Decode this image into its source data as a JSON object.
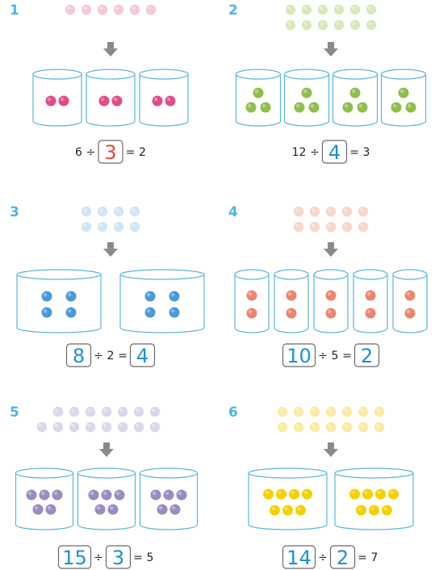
{
  "colors": {
    "number": "#4db6e3",
    "cup_stroke": "#5ab6e0",
    "arrow": "#8a8a8a",
    "box_stroke": "#6a6a6a",
    "answer_red": "#e34b3b",
    "answer_blue": "#1d8fd8"
  },
  "problems": [
    {
      "number": "1",
      "top_rows": [
        6
      ],
      "dot_color": "#f5c9d6",
      "cup_count": 3,
      "per_cup": 2,
      "cup_dot_color": "#e04c88",
      "equation": [
        {
          "t": "text",
          "v": "6"
        },
        {
          "t": "text",
          "v": "÷"
        },
        {
          "t": "box",
          "v": "3",
          "color": "red"
        },
        {
          "t": "text",
          "v": "="
        },
        {
          "t": "text",
          "v": "2"
        }
      ]
    },
    {
      "number": "2",
      "top_rows": [
        6,
        6
      ],
      "dot_color": "#d8e9b8",
      "cup_count": 4,
      "per_cup": 3,
      "cup_dot_color": "#8dc04a",
      "equation": [
        {
          "t": "text",
          "v": "12"
        },
        {
          "t": "text",
          "v": "÷"
        },
        {
          "t": "box",
          "v": "4",
          "color": "blue"
        },
        {
          "t": "text",
          "v": "="
        },
        {
          "t": "text",
          "v": "3"
        }
      ]
    },
    {
      "number": "3",
      "top_rows": [
        4,
        4
      ],
      "dot_color": "#cfe6f5",
      "cup_count": 2,
      "per_cup": 4,
      "cup_dot_color": "#4b9ad6",
      "equation": [
        {
          "t": "box",
          "v": "8",
          "color": "blue"
        },
        {
          "t": "text",
          "v": "÷"
        },
        {
          "t": "text",
          "v": "2"
        },
        {
          "t": "text",
          "v": "="
        },
        {
          "t": "box",
          "v": "4",
          "color": "blue"
        }
      ]
    },
    {
      "number": "4",
      "top_rows": [
        5,
        5
      ],
      "dot_color": "#f8d6c8",
      "cup_count": 5,
      "per_cup": 2,
      "cup_dot_color": "#e9866b",
      "equation": [
        {
          "t": "box",
          "v": "10",
          "color": "blue"
        },
        {
          "t": "text",
          "v": "÷"
        },
        {
          "t": "text",
          "v": "5"
        },
        {
          "t": "text",
          "v": "="
        },
        {
          "t": "box",
          "v": "2",
          "color": "blue"
        }
      ]
    },
    {
      "number": "5",
      "top_rows": [
        7,
        8
      ],
      "dot_color": "#dcd6ea",
      "cup_count": 3,
      "per_cup": 5,
      "cup_dot_color": "#9a8bc2",
      "equation": [
        {
          "t": "box",
          "v": "15",
          "color": "blue"
        },
        {
          "t": "text",
          "v": "÷"
        },
        {
          "t": "box",
          "v": "3",
          "color": "blue"
        },
        {
          "t": "text",
          "v": "="
        },
        {
          "t": "text",
          "v": "5"
        }
      ]
    },
    {
      "number": "6",
      "top_rows": [
        7,
        7
      ],
      "dot_color": "#fbeaa1",
      "cup_count": 2,
      "per_cup": 7,
      "cup_dot_color": "#f5d000",
      "equation": [
        {
          "t": "box",
          "v": "14",
          "color": "blue"
        },
        {
          "t": "text",
          "v": "÷"
        },
        {
          "t": "box",
          "v": "2",
          "color": "blue"
        },
        {
          "t": "text",
          "v": "="
        },
        {
          "t": "text",
          "v": "7"
        }
      ]
    }
  ]
}
